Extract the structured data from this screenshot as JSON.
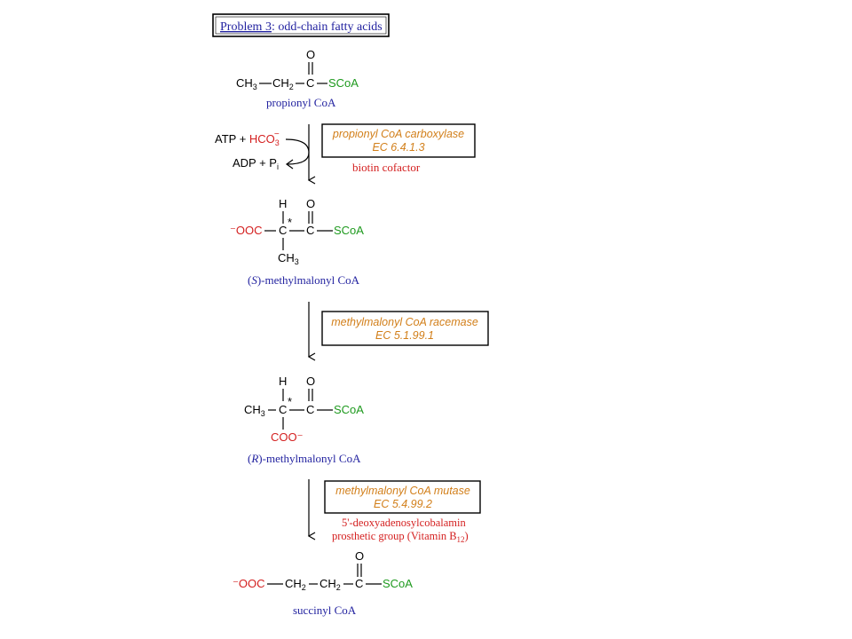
{
  "title": {
    "problem": "Problem 3",
    "rest": ": odd-chain fatty acids"
  },
  "compounds": {
    "propionyl": {
      "ch3": "CH",
      "ch3_sub": "3",
      "ch2": "CH",
      "ch2_sub": "2",
      "c": "C",
      "o": "O",
      "scoa": "SCoA",
      "name": "propionyl CoA"
    },
    "s_methylmalonyl": {
      "h": "H",
      "o": "O",
      "ooc": "⁻OOC",
      "c_star": "C",
      "star": "*",
      "c": "C",
      "scoa": "SCoA",
      "ch3": "CH",
      "ch3_sub": "3",
      "name_prefix": "(",
      "name_italic": "S",
      "name_suffix": ")-methylmalonyl CoA"
    },
    "r_methylmalonyl": {
      "h": "H",
      "o": "O",
      "ch3": "CH",
      "ch3_sub": "3",
      "c_star": "C",
      "star": "*",
      "c": "C",
      "scoa": "SCoA",
      "coo": "COO⁻",
      "name_prefix": "(",
      "name_italic": "R",
      "name_suffix": ")-methylmalonyl CoA"
    },
    "succinyl": {
      "ooc": "⁻OOC",
      "ch2a": "CH",
      "ch2a_sub": "2",
      "ch2b": "CH",
      "ch2b_sub": "2",
      "c": "C",
      "o": "O",
      "scoa": "SCoA",
      "name": "succinyl CoA"
    }
  },
  "steps": [
    {
      "enzyme": "propionyl CoA carboxylase",
      "ec": "EC 6.4.1.3",
      "cofactor": "biotin cofactor",
      "in_atp": "ATP + ",
      "in_hco3": "HCO",
      "in_hco3_sub": "3",
      "in_hco3_sup": "−",
      "out_adp": "ADP + P",
      "out_pi_sub": "i"
    },
    {
      "enzyme": "methylmalonyl CoA racemase",
      "ec": "EC 5.1.99.1"
    },
    {
      "enzyme": "methylmalonyl CoA mutase",
      "ec": "EC 5.4.99.2",
      "cofactor_line1": "5'-deoxyadenosylcobalamin",
      "cofactor_line2": "prosthetic group (Vitamin B",
      "cofactor_line2_sub": "12",
      "cofactor_line2_end": ")"
    }
  ],
  "colors": {
    "black": "#000000",
    "red": "#d42020",
    "green": "#1e9a1e",
    "navy": "#2323a0",
    "orange": "#d27f1a"
  }
}
